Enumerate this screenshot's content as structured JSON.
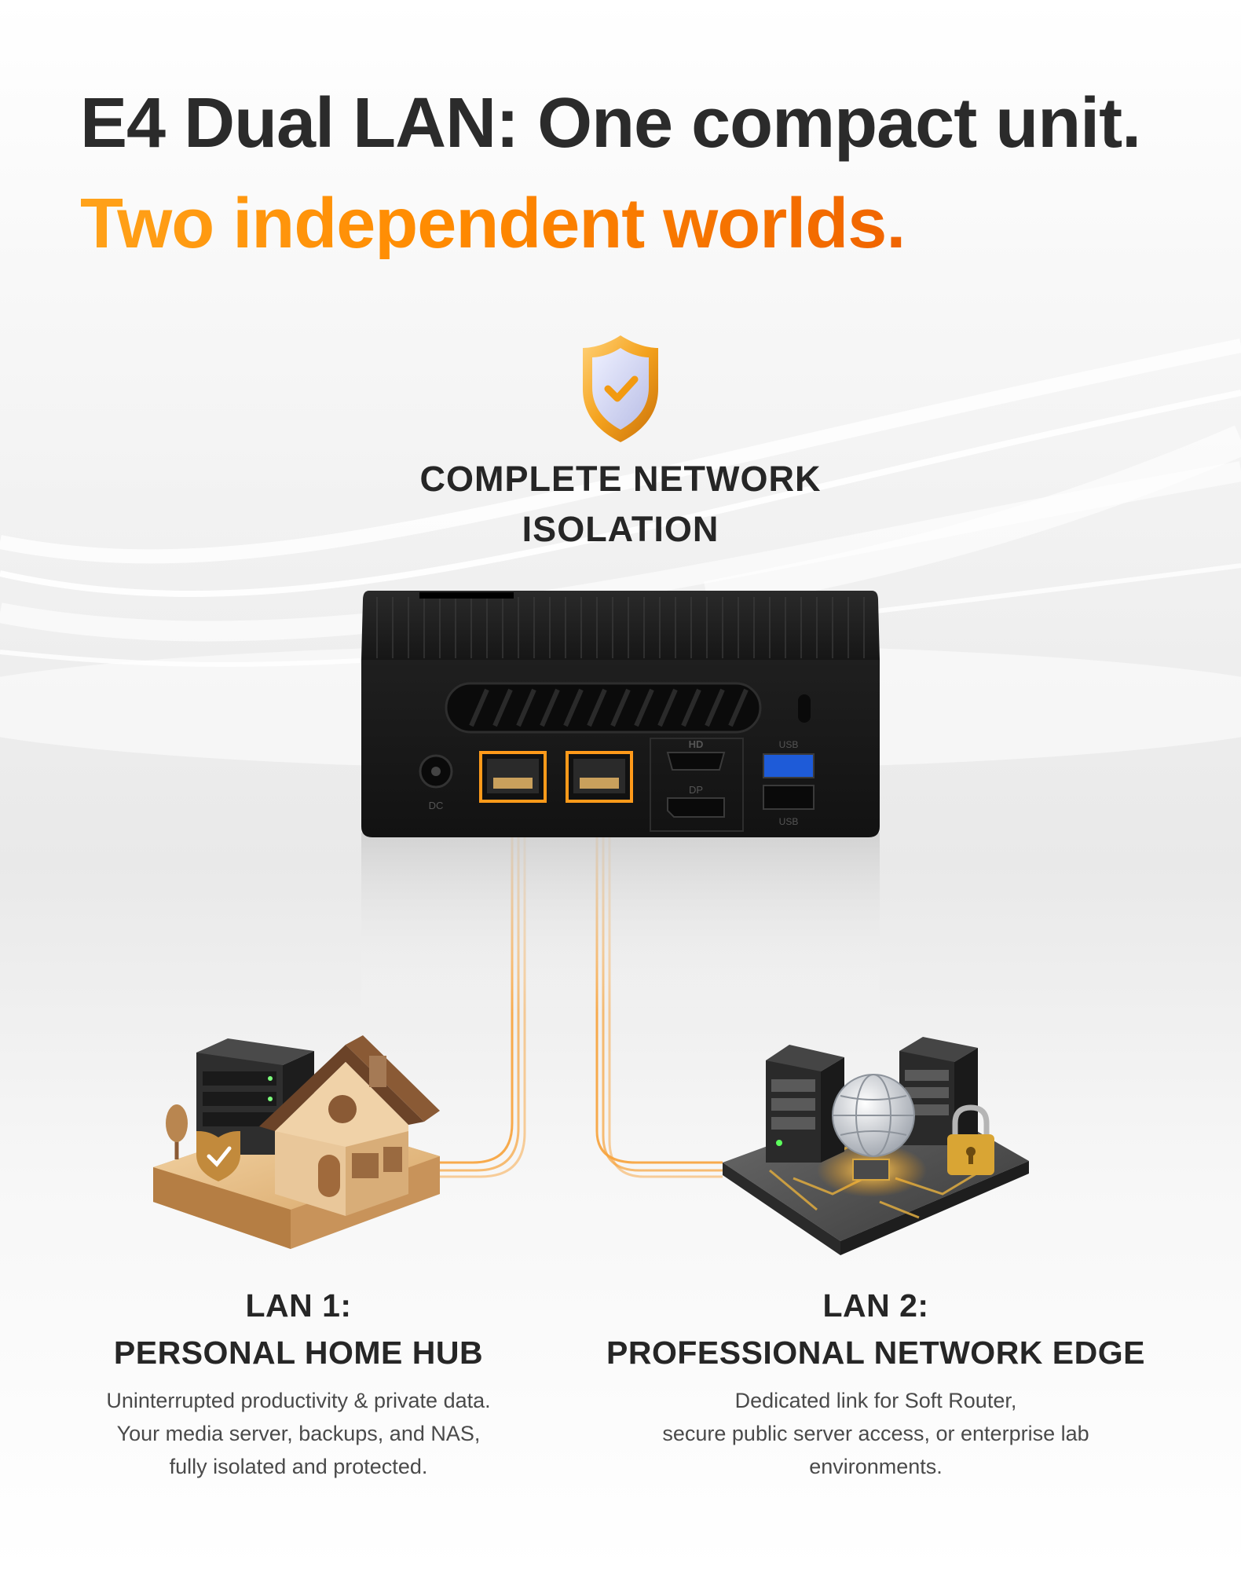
{
  "headline": "E4 Dual LAN: One compact unit.",
  "subheadline": "Two independent worlds.",
  "feature": {
    "line1": "COMPLETE NETWORK",
    "line2": "ISOLATION",
    "icon": "shield-check-icon"
  },
  "device": {
    "port_labels": {
      "dc": "DC",
      "hdmi": "HD",
      "dp": "DP",
      "usb_top": "USB",
      "usb_bottom": "USB"
    }
  },
  "lan1": {
    "title_line1": "LAN 1:",
    "title_line2": "PERSONAL HOME HUB",
    "desc_line1": "Uninterrupted productivity & private data.",
    "desc_line2": "Your media server, backups, and NAS,",
    "desc_line3": "fully isolated and protected.",
    "illustration": "home-server-icon"
  },
  "lan2": {
    "title_line1": "LAN 2:",
    "title_line2": "PROFESSIONAL NETWORK EDGE",
    "desc_line1": "Dedicated link for Soft Router,",
    "desc_line2": "secure public server access, or enterprise lab",
    "desc_line3": "environments.",
    "illustration": "server-globe-lock-icon"
  },
  "colors": {
    "accent": "#ff8a00",
    "text": "#262626",
    "device": "#1c1c1c"
  }
}
